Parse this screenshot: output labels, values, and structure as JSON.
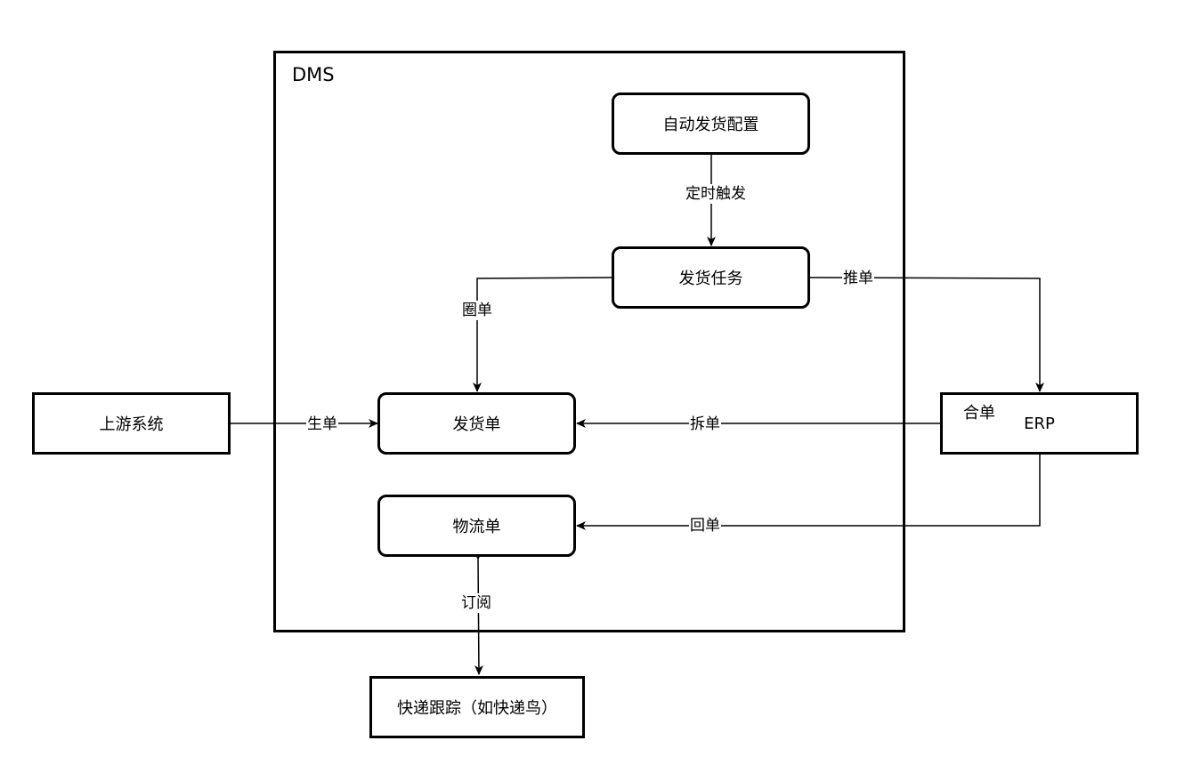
{
  "container": {
    "title": "DMS"
  },
  "nodes": {
    "auto_config": "自动发货配置",
    "ship_task": "发货任务",
    "ship_order": "发货单",
    "logistics_order": "物流单",
    "upstream": "上游系统",
    "erp": "ERP",
    "erp_merge": "合单",
    "express_tracking": "快递跟踪（如快递鸟）"
  },
  "edges": {
    "timer_trigger": "定时触发",
    "circle_order": "圈单",
    "push_order": "推单",
    "create_order": "生单",
    "split_order": "拆单",
    "return_order": "回单",
    "subscribe": "订阅"
  },
  "colors": {
    "stroke": "#000000",
    "background": "#ffffff"
  }
}
